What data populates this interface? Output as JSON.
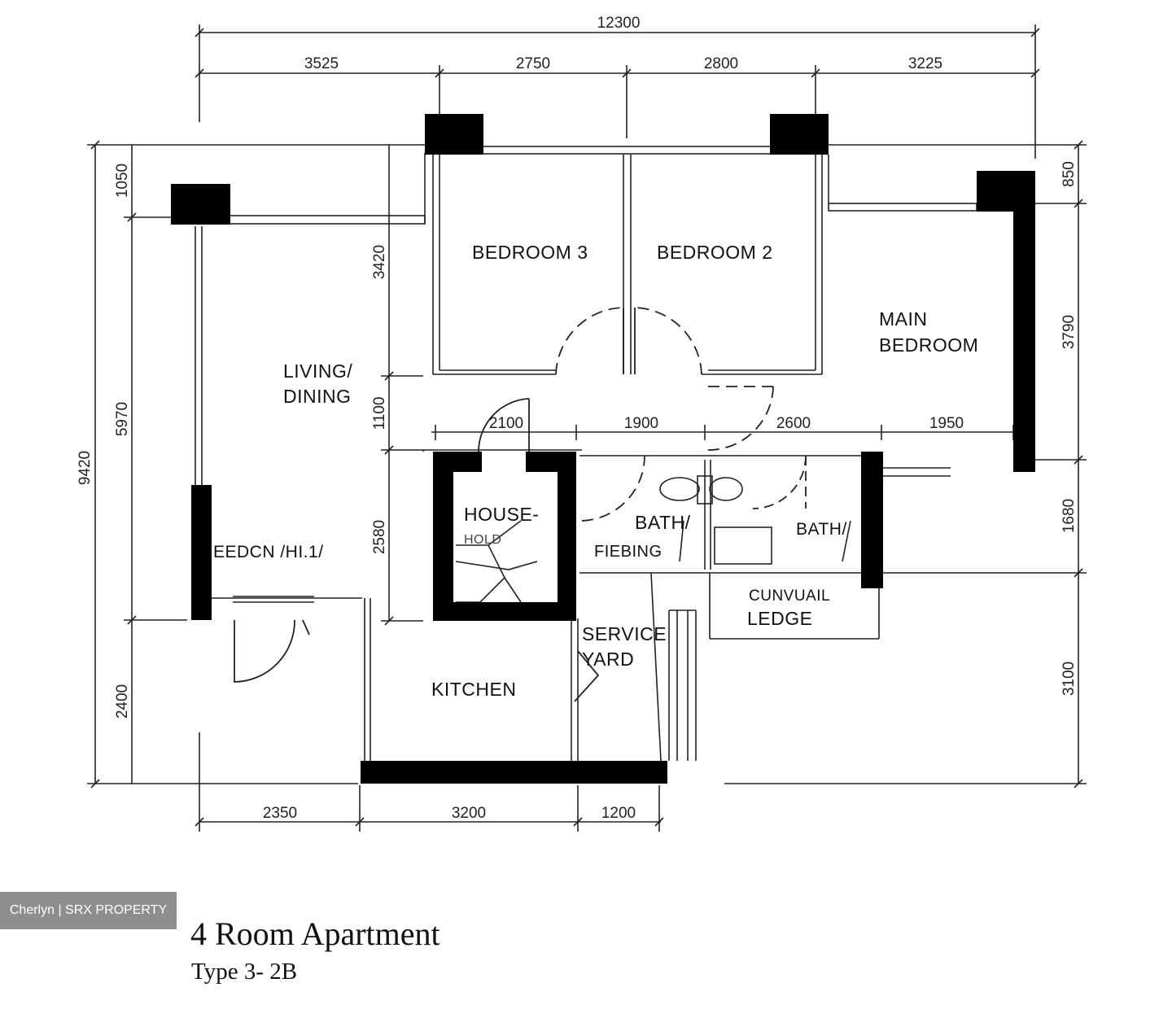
{
  "plan": {
    "dims": {
      "overall_width": "12300",
      "top_1": "3525",
      "top_2": "2750",
      "top_3": "2800",
      "top_4": "3225",
      "left_overall": "9420",
      "left_a": "1050",
      "left_b": "5970",
      "left_c": "2400",
      "inner_a": "3420",
      "inner_b": "1100",
      "inner_c": "2580",
      "right_a": "850",
      "right_b": "3790",
      "right_c": "1680",
      "right_d": "3100",
      "mid_1": "2100",
      "mid_2": "1900",
      "mid_3": "2600",
      "mid_4": "1950",
      "bottom_1": "2350",
      "bottom_2": "3200",
      "bottom_3": "1200"
    },
    "rooms": {
      "bedroom3": "BEDROOM 3",
      "bedroom2": "BEDROOM 2",
      "main_bedroom_1": "MAIN",
      "main_bedroom_2": "BEDROOM",
      "living_1": "LIVING/",
      "living_2": "DINING",
      "household_1": "HOUSE-",
      "household_2": "HOLD",
      "bath1": "BATH/",
      "bath1_sub": "FIEBING",
      "bath2": "BATH/",
      "ledge_1": "CUNVUAIL",
      "ledge_2": "LEDGE",
      "service_1": "SERVICE",
      "service_2": "YARD",
      "kitchen": "KITCHEN",
      "bay": "EEDCN  /HI.1/"
    }
  },
  "watermark": "Cherlyn | SRX PROPERTY",
  "title": "4 Room Apartment",
  "subtitle": "Type 3- 2B"
}
